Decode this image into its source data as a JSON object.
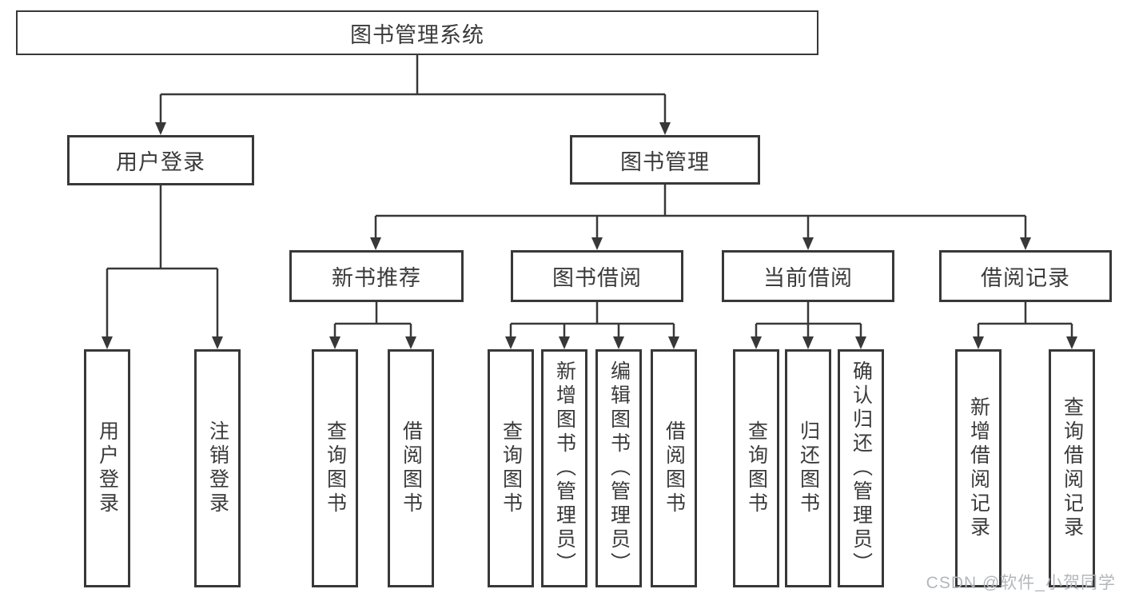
{
  "diagram": {
    "type": "hierarchy",
    "root": "图书管理系统",
    "branches": [
      {
        "label": "用户登录",
        "children": [
          "用户登录",
          "注销登录"
        ]
      },
      {
        "label": "图书管理",
        "groups": [
          {
            "label": "新书推荐",
            "children": [
              "查询图书",
              "借阅图书"
            ]
          },
          {
            "label": "图书借阅",
            "children": [
              "查询图书",
              "新增图书（管理员）",
              "编辑图书（管理员）",
              "借阅图书"
            ]
          },
          {
            "label": "当前借阅",
            "children": [
              "查询图书",
              "归还图书",
              "确认归还（管理员）"
            ]
          },
          {
            "label": "借阅记录",
            "children": [
              "新增借阅记录",
              "查询借阅记录"
            ]
          }
        ]
      }
    ],
    "watermark": "CSDN @软件_小贺同学",
    "colors": {
      "line": "#383838",
      "text": "#3a3a3a",
      "box_background": "#ffffff",
      "page_background": "#ffffff",
      "watermark": "#b4b7bb"
    }
  }
}
